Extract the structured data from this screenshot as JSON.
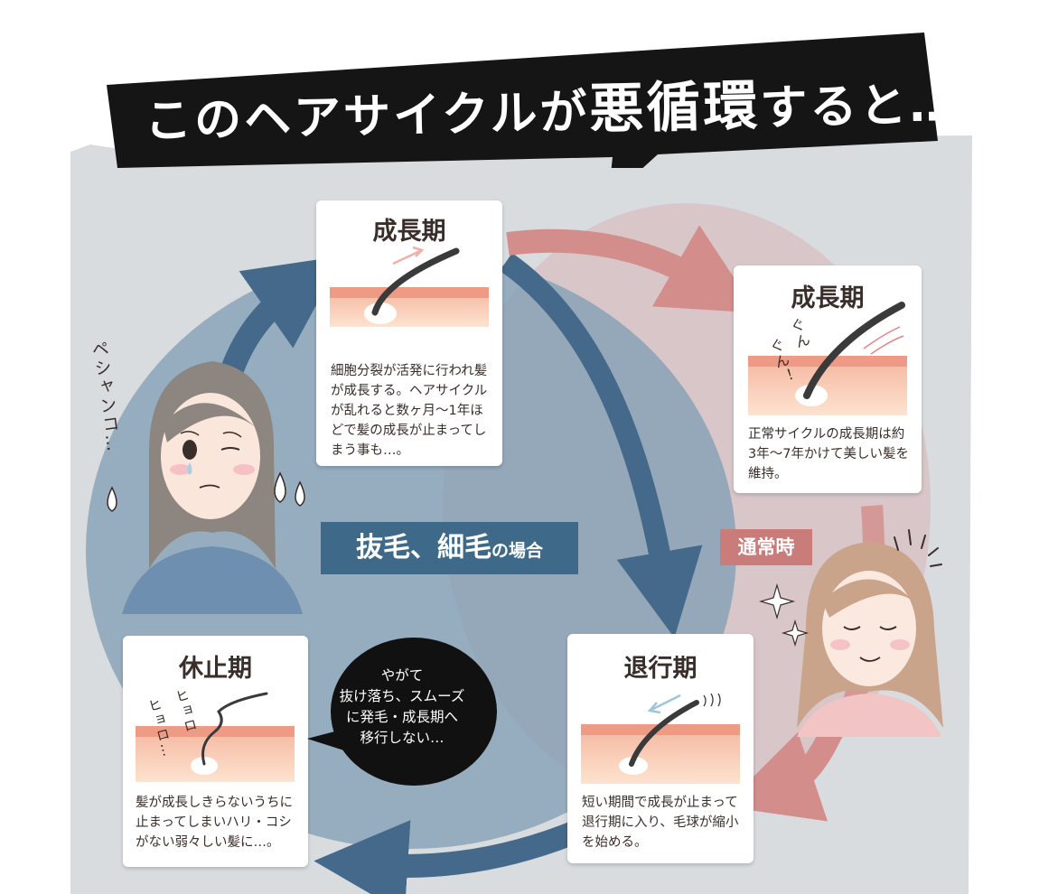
{
  "banner": {
    "pre": "このヘアサイクルが",
    "emph": "悪循環",
    "post": "すると…"
  },
  "cards": {
    "growth_abnormal": {
      "title": "成長期",
      "desc": "細胞分裂が活発に行われ髪が成長する。ヘアサイクルが乱れると数ヶ月〜1年ほどで髪の成長が止まってしまう事も…。"
    },
    "growth_normal": {
      "title": "成長期",
      "sfx": [
        "ぐん",
        "ぐん！"
      ],
      "desc": "正常サイクルの成長期は約3年〜7年かけて美しい髪を維持。"
    },
    "regression": {
      "title": "退行期",
      "desc": "短い期間で成長が止まって退行期に入り、毛球が縮小を始める。"
    },
    "rest": {
      "title": "休止期",
      "sfx": [
        "ヒョロ",
        "ヒョロ…"
      ],
      "desc": "髪が成長しきらないうちに止まってしまいハリ・コシがない弱々しい髪に…。"
    }
  },
  "labels": {
    "abnormal_main": "抜毛、細毛",
    "abnormal_suffix": "の場合",
    "normal": "通常時"
  },
  "bubble": {
    "text": "やがて\n抜け落ち、スムーズ\nに発毛・成長期へ\n移行しない…"
  },
  "sfx_sad": "ペシャンコ…",
  "colors": {
    "abnormal_cycle": "#47708f",
    "normal_cycle": "#d38d8b",
    "skin_top": "#ee9a84",
    "skin_bottom": "#fbd9c2",
    "banner": "#151515",
    "paper": "#d9dde0"
  }
}
